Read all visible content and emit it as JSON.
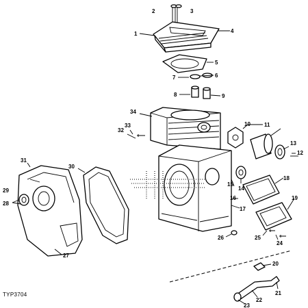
{
  "diagram": {
    "reference_code": "TYP3704",
    "callouts": [
      "1",
      "2",
      "3",
      "4",
      "5",
      "6",
      "7",
      "8",
      "9",
      "10",
      "11",
      "12",
      "13",
      "14",
      "15",
      "16",
      "17",
      "18",
      "19",
      "20",
      "21",
      "22",
      "23",
      "24",
      "25",
      "26",
      "27",
      "28",
      "29",
      "30",
      "31",
      "32",
      "33",
      "34"
    ]
  }
}
